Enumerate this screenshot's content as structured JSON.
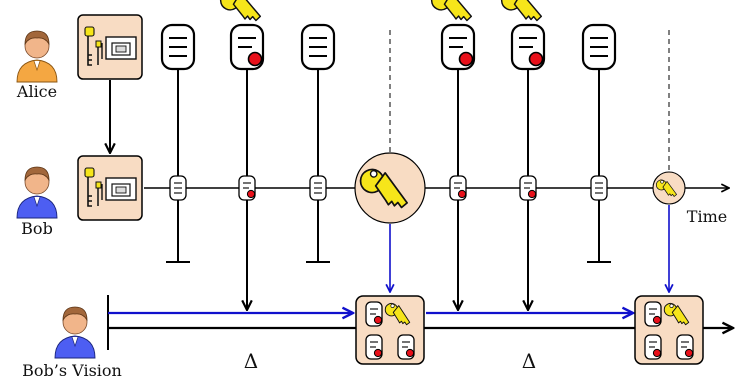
{
  "actors": {
    "alice": "Alice",
    "bob": "Bob",
    "vision": "Bob’s Vision"
  },
  "axis": {
    "time_label": "Time"
  },
  "intervals": {
    "first": "Δ",
    "second": "Δ"
  },
  "colors": {
    "box_fill": "#f8dcc3",
    "key_gold": "#f6e51a",
    "red_dot": "#e8101a",
    "blue_arrow": "#1010cc",
    "alice_body": "#f4a742",
    "bob_body": "#4d5ef2",
    "skin": "#f1b58a",
    "hair": "#a2673b"
  },
  "icons": {
    "message": "document-icon",
    "signed_message": "signed-document-icon",
    "key": "key-icon",
    "bundle": "bundle-icon",
    "person": "person-icon"
  }
}
